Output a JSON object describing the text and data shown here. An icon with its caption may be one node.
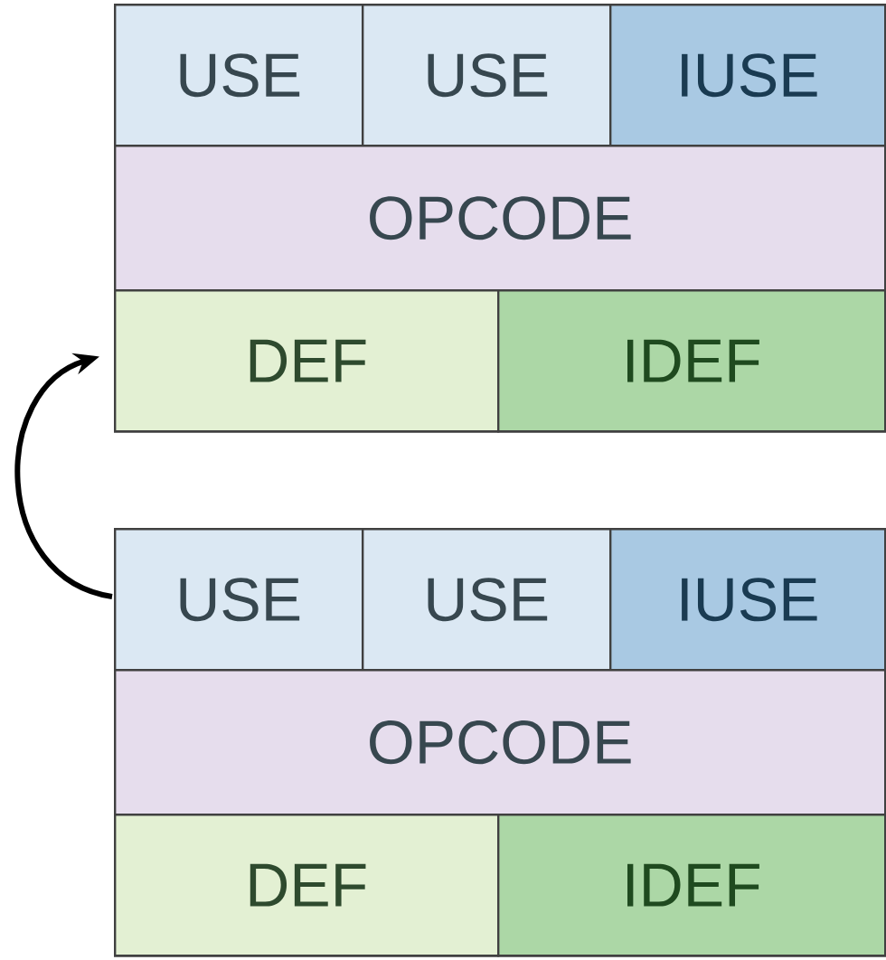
{
  "diagram": {
    "nodes": [
      {
        "text": [],
        "shape": "box"
      },
      {
        "text": [
          "USE"
        ],
        "in": 0
      },
      {
        "text": [
          "USE"
        ],
        "in": 0
      },
      {
        "text": [
          "IUSE"
        ],
        "in": 0
      },
      {
        "text": [
          "OPCODE"
        ],
        "in": 0
      },
      {
        "text": [
          "DEF"
        ],
        "in": 0
      },
      {
        "text": [
          "IDEF"
        ],
        "in": 0
      },
      {
        "text": [],
        "shape": "box"
      },
      {
        "text": [
          "USE"
        ],
        "in": 7
      },
      {
        "text": [
          "USE"
        ],
        "in": 7
      },
      {
        "text": [
          "IUSE"
        ],
        "in": 7
      },
      {
        "text": [
          "OPCODE"
        ],
        "in": 7
      },
      {
        "text": [
          "DEF"
        ],
        "in": 7
      },
      {
        "text": [
          "IDEF"
        ],
        "in": 7
      }
    ],
    "edges": [
      {
        "from": 7,
        "to": 0,
        "arrow": "to"
      }
    ]
  }
}
